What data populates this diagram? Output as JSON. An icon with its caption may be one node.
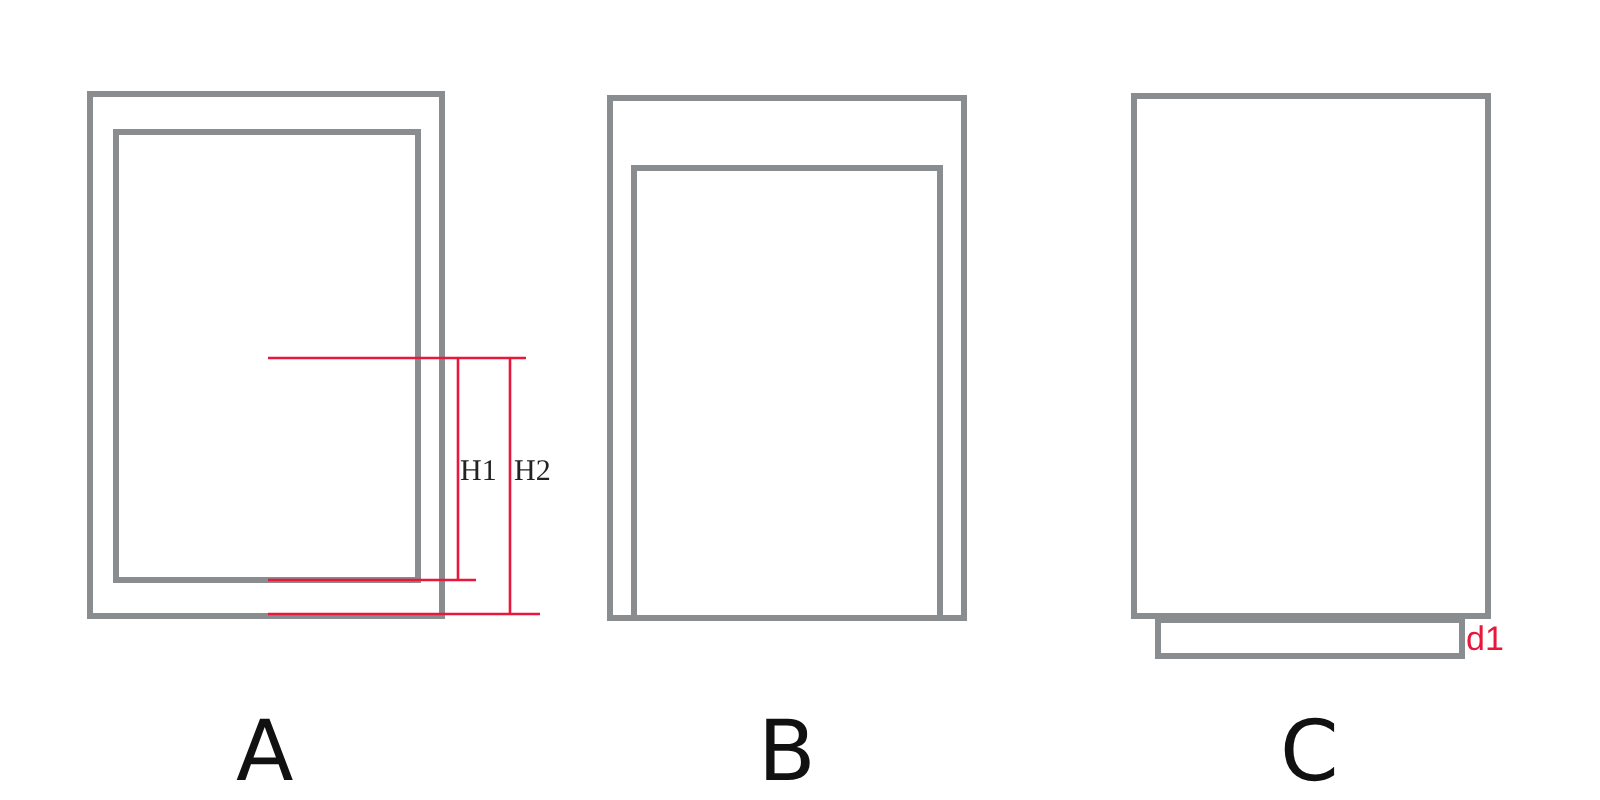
{
  "diagram": {
    "labels": [
      "H1",
      "H2",
      "d1",
      "A",
      "B",
      "C"
    ]
  }
}
